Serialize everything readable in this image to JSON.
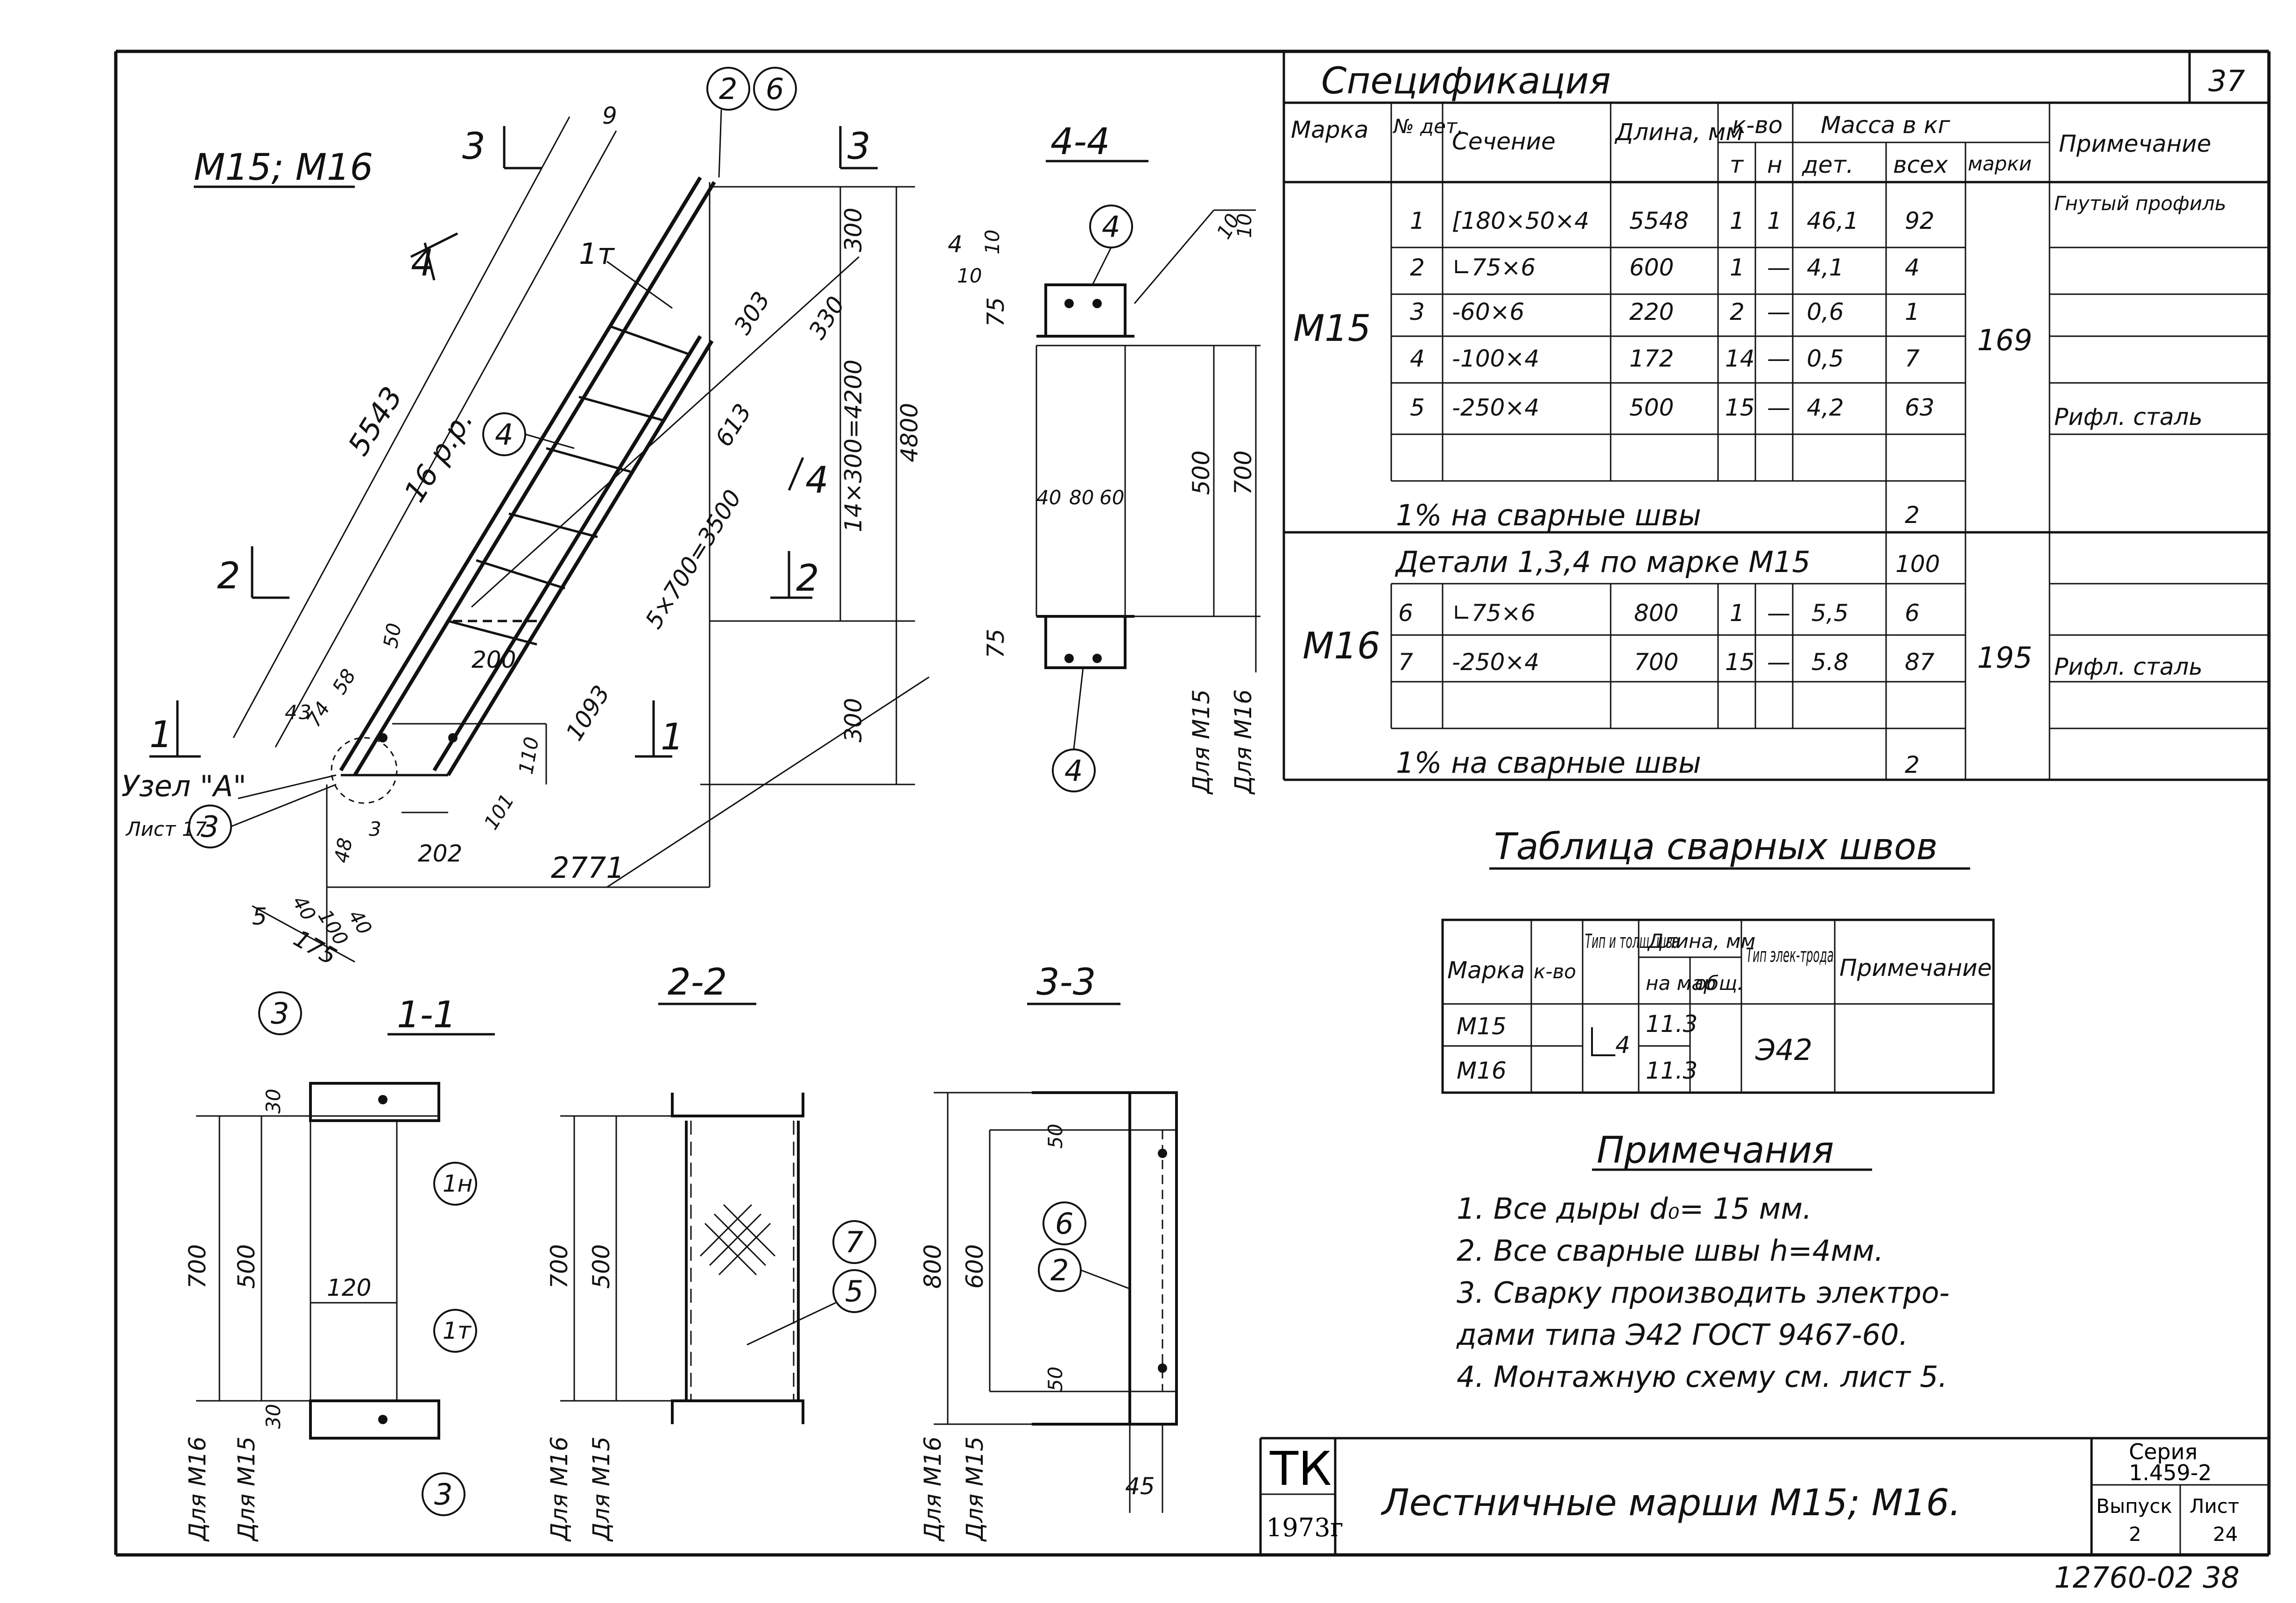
{
  "sheet": {
    "top_right_number": "37",
    "bottom_right_stamp": "12760-02 38",
    "org": "ТК",
    "year": "1973г",
    "title": "Лестничные марши М15; М16.",
    "series_label": "Серия",
    "series_value": "1.459-2",
    "issue_label": "Выпуск",
    "issue_value": "2",
    "sheet_label": "Лист",
    "sheet_value": "24"
  },
  "drawing": {
    "main_title": "М15; М16",
    "section_titles": [
      "1-1",
      "2-2",
      "3-3",
      "4-4"
    ],
    "cut_marks": [
      "1",
      "1",
      "2",
      "2",
      "3",
      "3",
      "4",
      "4"
    ],
    "node_label": "Узел \"А\"",
    "sheet_ref": "Лист 17",
    "callouts": [
      "1т",
      "1т",
      "1н",
      "2",
      "2",
      "3",
      "3",
      "3",
      "4",
      "4",
      "4",
      "5",
      "6",
      "6",
      "7"
    ],
    "main_dims": [
      "5543",
      "16 р.р.",
      "9",
      "300",
      "303",
      "330",
      "613",
      "5×700=3500",
      "14×300=4200",
      "4800",
      "300",
      "200",
      "50",
      "1093",
      "110",
      "101",
      "202",
      "2771",
      "4",
      "3",
      "74",
      "58",
      "48",
      "3",
      "5",
      "40",
      "100",
      "40",
      "175",
      "4"
    ],
    "section_dims": {
      "s44": [
        "10",
        "10",
        "10",
        "10",
        "75",
        "40",
        "80",
        "60",
        "500",
        "700",
        "75",
        "Для М15",
        "Для М16"
      ],
      "s11": [
        "30",
        "700",
        "500",
        "120",
        "30",
        "Для М16",
        "Для М15"
      ],
      "s22": [
        "700",
        "500",
        "Для М16",
        "Для М15"
      ],
      "s33": [
        "50",
        "800",
        "600",
        "50",
        "45",
        "Для М16",
        "Для М15"
      ]
    }
  },
  "spec": {
    "title": "Спецификация",
    "headers": {
      "mark": "Марка",
      "det_no": "№ дет.",
      "section": "Сечение",
      "length": "Длина, мм",
      "qty": "к-во",
      "qty_t": "т",
      "qty_n": "н",
      "mass": "Масса в кг",
      "mass_det": "дет.",
      "mass_all": "всех",
      "mass_mark": "марки",
      "note": "Примечание"
    },
    "m15": {
      "mark": "М15",
      "rows": [
        {
          "no": "1",
          "section": "[180×50×4",
          "length": "5548",
          "t": "1",
          "n": "1",
          "det": "46,1",
          "all": "92",
          "note": "Гнутый профиль"
        },
        {
          "no": "2",
          "section": "∟75×6",
          "length": "600",
          "t": "1",
          "n": "—",
          "det": "4,1",
          "all": "4",
          "note": ""
        },
        {
          "no": "3",
          "section": "-60×6",
          "length": "220",
          "t": "2",
          "n": "—",
          "det": "0,6",
          "all": "1",
          "note": ""
        },
        {
          "no": "4",
          "section": "-100×4",
          "length": "172",
          "t": "14",
          "n": "—",
          "det": "0,5",
          "all": "7",
          "note": ""
        },
        {
          "no": "5",
          "section": "-250×4",
          "length": "500",
          "t": "15",
          "n": "—",
          "det": "4,2",
          "all": "63",
          "note": "Рифл. сталь"
        }
      ],
      "welds": "1% на сварные швы",
      "welds_mass": "2",
      "mark_mass": "169"
    },
    "m16": {
      "mark": "М16",
      "details_line": "Детали 1,3,4 по марке М15",
      "details_mass": "100",
      "rows": [
        {
          "no": "6",
          "section": "∟75×6",
          "length": "800",
          "t": "1",
          "n": "—",
          "det": "5,5",
          "all": "6",
          "note": ""
        },
        {
          "no": "7",
          "section": "-250×4",
          "length": "700",
          "t": "15",
          "n": "—",
          "det": "5.8",
          "all": "87",
          "note": "Рифл. сталь"
        }
      ],
      "welds": "1% на сварные швы",
      "welds_mass": "2",
      "mark_mass": "195"
    }
  },
  "welds_table": {
    "title": "Таблица сварных швов",
    "headers": {
      "mark": "Марка",
      "qty": "к-во",
      "type": "Тип и толщ. шва",
      "length": "Длина, мм",
      "len_one": "на мар",
      "len_total": "общ.",
      "electrode": "Тип элек-трода",
      "note": "Примечание"
    },
    "weld_size": "4",
    "electrode": "Э42",
    "rows": [
      {
        "mark": "М15",
        "len_one": "11.3"
      },
      {
        "mark": "М16",
        "len_one": "11.3"
      }
    ]
  },
  "notes": {
    "title": "Примечания",
    "items": [
      "1.  Все дыры  d₀= 15 мм.",
      "2.  Все сварные швы  h=4мм.",
      "3.  Сварку производить электро-",
      "     дами типа  Э42 ГОСТ 9467-60.",
      "4.  Монтажную схему см. лист 5."
    ]
  }
}
